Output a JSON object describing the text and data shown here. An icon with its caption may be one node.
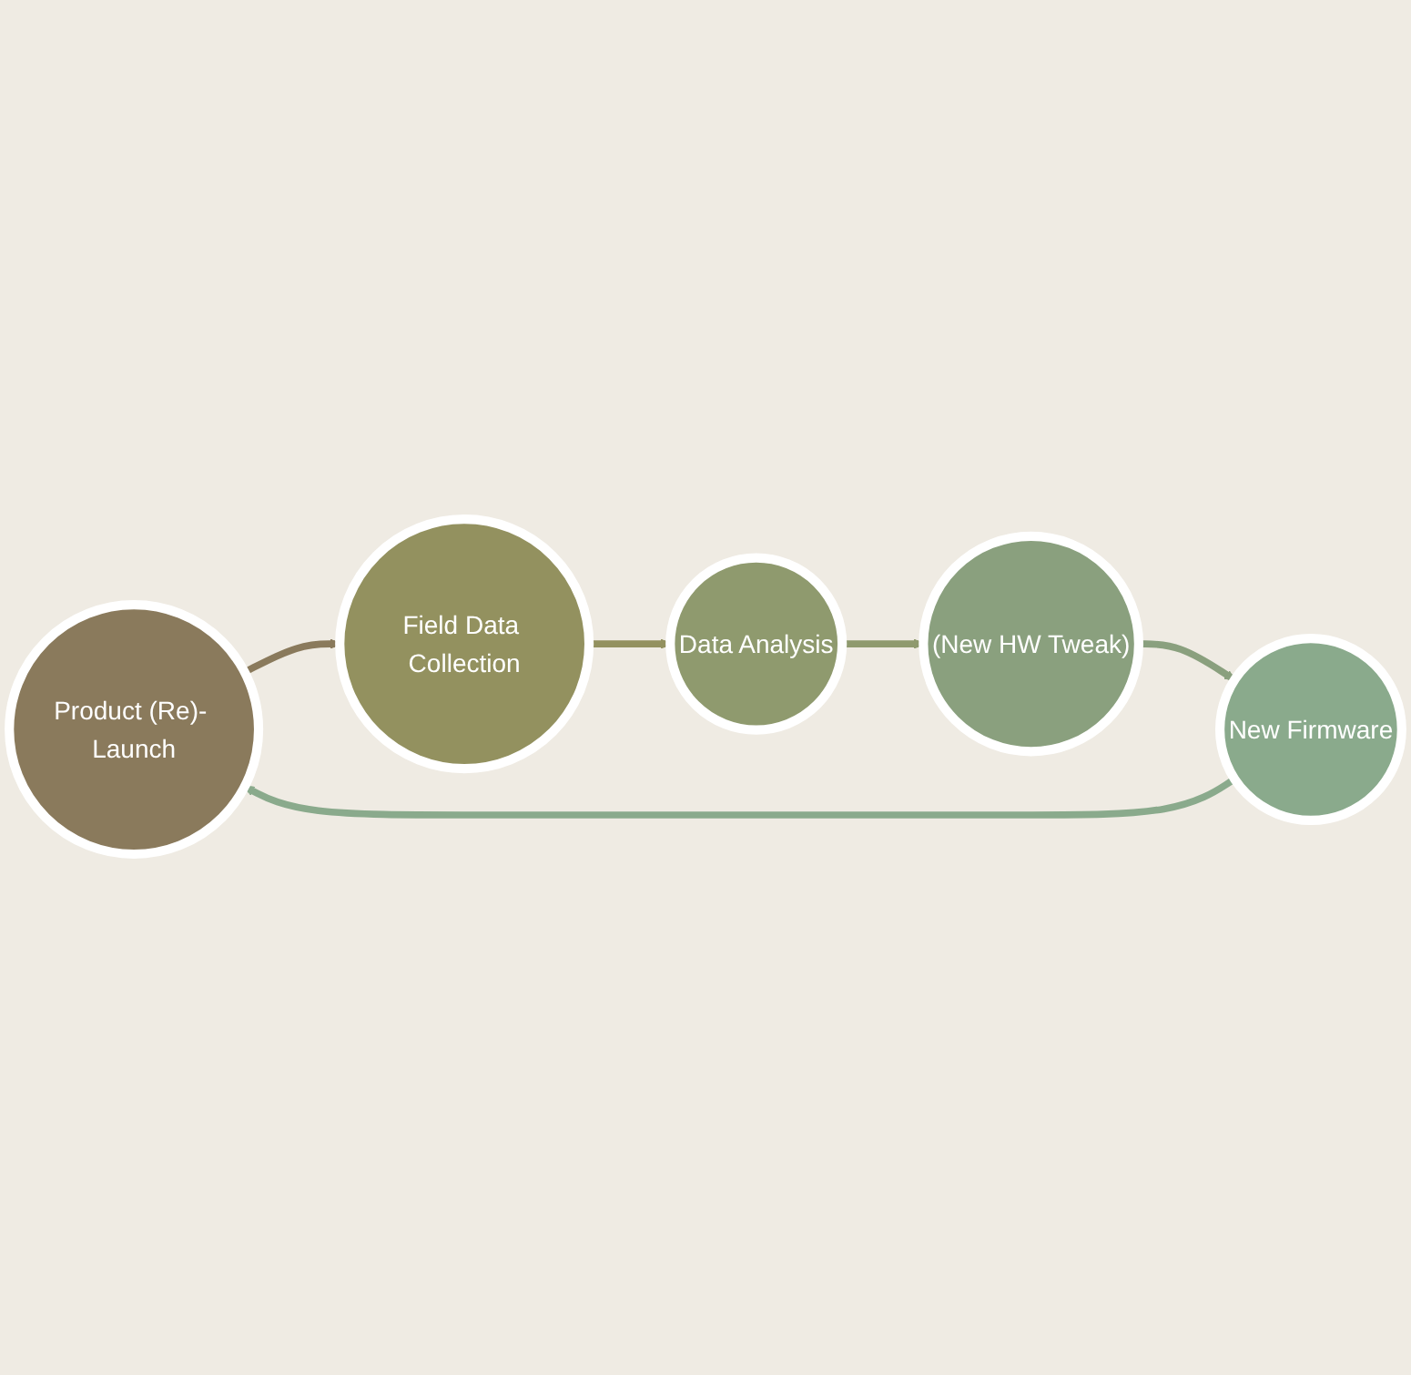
{
  "diagram": {
    "nodes": [
      {
        "text": [
          "Product (Re)- Launch"
        ]
      },
      {
        "text": [
          "Field Data Collection"
        ]
      },
      {
        "text": [
          "Data Analysis"
        ]
      },
      {
        "text": [
          "(New HW Tweak)"
        ]
      },
      {
        "text": [
          "New Firmware"
        ]
      }
    ],
    "edges": [
      {
        "from": 0,
        "to": 1,
        "arrow": "to",
        "color": "#8a7a5c"
      },
      {
        "from": 1,
        "to": 2,
        "arrow": "to",
        "color": "#93915f"
      },
      {
        "from": 2,
        "to": 3,
        "arrow": "to",
        "color": "#8f9a6e"
      },
      {
        "from": 3,
        "to": 4,
        "arrow": "to",
        "color": "#8aa07e"
      },
      {
        "from": 4,
        "to": 0,
        "arrow": "to",
        "color": "#8aaa8c"
      }
    ]
  }
}
